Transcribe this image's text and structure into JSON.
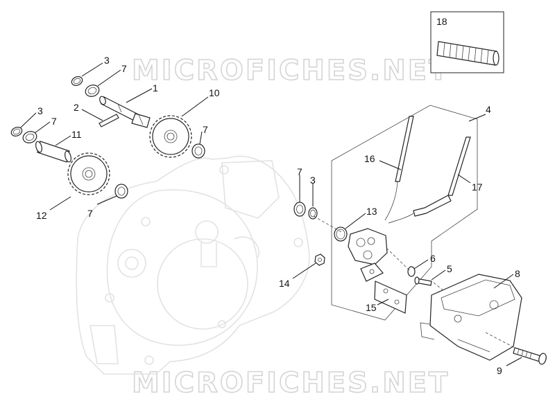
{
  "watermark": {
    "top": "MICROFICHES.NET",
    "bottom": "MICROFICHES.NET"
  },
  "callouts": {
    "c18": "18",
    "c3a": "3",
    "c7a": "7",
    "c1": "1",
    "c10": "10",
    "c3b": "3",
    "c2": "2",
    "c7b": "7",
    "c11": "11",
    "c7c": "7",
    "c12": "12",
    "c7d": "7",
    "c4": "4",
    "c16": "16",
    "c17": "17",
    "c7e": "7",
    "c3c": "3",
    "c13": "13",
    "c14": "14",
    "c6": "6",
    "c5": "5",
    "c8": "8",
    "c15": "15",
    "c9": "9"
  },
  "colors": {
    "line": "#111111",
    "watermark": "#d4d4d4",
    "ghost": "#e2e2e2"
  }
}
